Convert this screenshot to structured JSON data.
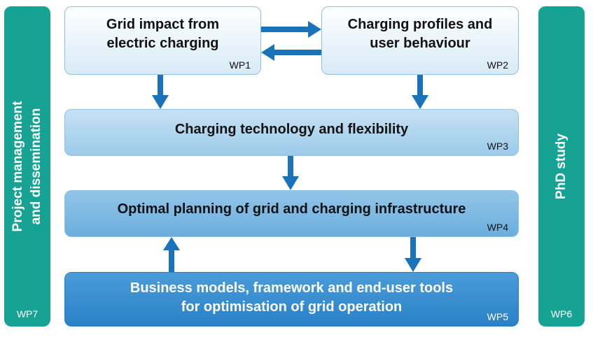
{
  "side_left": {
    "title_line1": "Project management",
    "title_line2": "and dissemination",
    "wp": "WP7"
  },
  "side_right": {
    "title": "PhD study",
    "wp": "WP6"
  },
  "wp1": {
    "line1": "Grid impact from",
    "line2": "electric charging",
    "wp": "WP1"
  },
  "wp2": {
    "line1": "Charging profiles and",
    "line2": "user behaviour",
    "wp": "WP2"
  },
  "wp3": {
    "title": "Charging technology and flexibility",
    "wp": "WP3"
  },
  "wp4": {
    "title": "Optimal planning of grid and charging infrastructure",
    "wp": "WP4"
  },
  "wp5": {
    "line1": "Business models, framework and end-user tools",
    "line2": "for optimisation of grid operation",
    "wp": "WP5"
  },
  "colors": {
    "teal": "#17a394",
    "arrow": "#1a72bb"
  }
}
